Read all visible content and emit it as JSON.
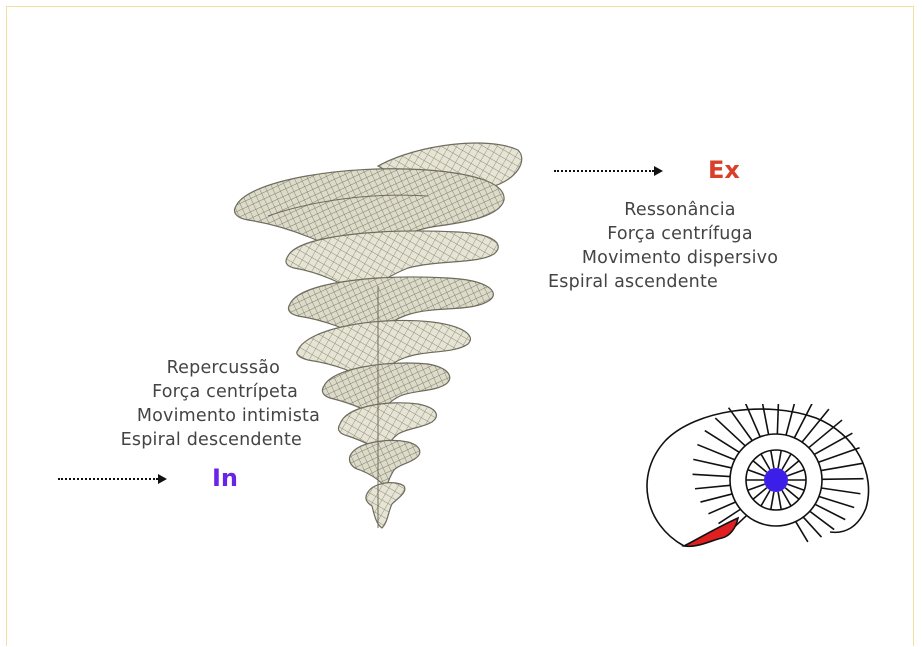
{
  "ex": {
    "label": "Ex",
    "lines": [
      "Ressonância",
      "Força centrífuga",
      "Movimento dispersivo",
      "Espiral ascendente"
    ]
  },
  "in": {
    "label": "In",
    "lines": [
      "Repercussão",
      "Força centrípeta",
      "Movimento intimista",
      "Espiral descendente"
    ]
  },
  "colors": {
    "ex_label": "#d8402a",
    "in_label": "#6a24e8",
    "nautilus_center": "#3b1fe8",
    "nautilus_highlight": "#e02020",
    "frame": "#f3dfa0"
  },
  "icons": [
    "shell-illustration",
    "nautilus-icon",
    "dotted-arrow"
  ]
}
